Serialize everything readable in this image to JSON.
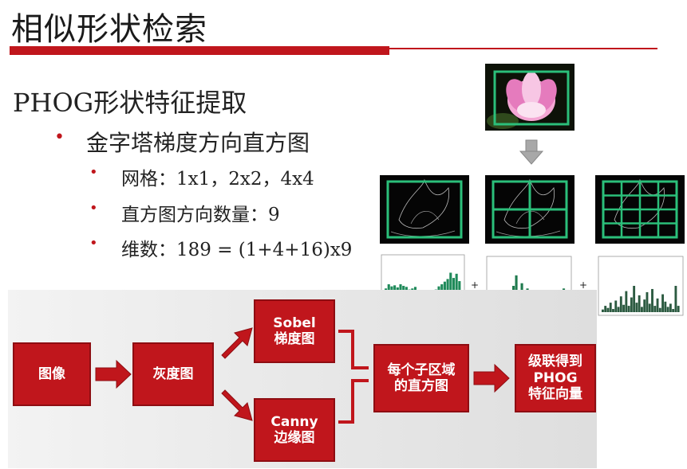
{
  "header": {
    "title": "相似形状检索",
    "accent_color": "#c0161c"
  },
  "content": {
    "subtitle": "PHOG形状特征提取",
    "bullets": [
      {
        "text": "金字塔梯度方向直方图",
        "level": 1
      },
      {
        "text": "网格：1x1，2x2，4x4",
        "level": 2
      },
      {
        "text": "直方图方向数量：9",
        "level": 2
      },
      {
        "text": "维数：189 = (1+4+16)x9",
        "level": 2
      }
    ],
    "bullet_glyph": "•"
  },
  "figure": {
    "plus_sign": "+",
    "histograms": [
      {
        "bars": [
          0.42,
          0.5,
          0.46,
          0.48,
          0.44,
          0.5,
          0.47,
          0.45,
          0.4,
          0.42,
          0.45,
          0.38,
          0.36,
          0.3,
          0.32,
          0.28,
          0.34,
          0.4,
          0.46,
          0.5,
          0.55,
          0.6,
          0.72,
          0.62,
          0.7,
          0.56
        ]
      },
      {
        "bars": [
          0.08,
          0.2,
          0.35,
          0.12,
          0.26,
          0.1,
          0.4,
          0.15,
          0.5,
          0.7,
          0.3,
          0.55,
          0.2,
          0.45,
          0.16,
          0.3,
          0.2,
          0.1,
          0.24,
          0.14,
          0.36,
          0.18,
          0.12,
          0.22,
          0.1,
          0.3,
          0.45,
          0.15
        ]
      },
      {
        "bars": [
          0.05,
          0.12,
          0.08,
          0.18,
          0.06,
          0.22,
          0.1,
          0.3,
          0.14,
          0.4,
          0.12,
          0.28,
          0.5,
          0.18,
          0.32,
          0.1,
          0.24,
          0.38,
          0.16,
          0.44,
          0.12,
          0.26,
          0.08,
          0.34,
          0.2,
          0.1,
          0.16,
          0.06,
          0.5,
          0.12
        ]
      }
    ]
  },
  "flow": {
    "image": "图像",
    "gray": "灰度图",
    "sobel": "Sobel\n梯度图",
    "canny": "Canny\n边缘图",
    "hist": "每个子区域\n的直方图",
    "phog": "级联得到\nPHOG\n特征向量",
    "box_color": "#c0161c"
  }
}
